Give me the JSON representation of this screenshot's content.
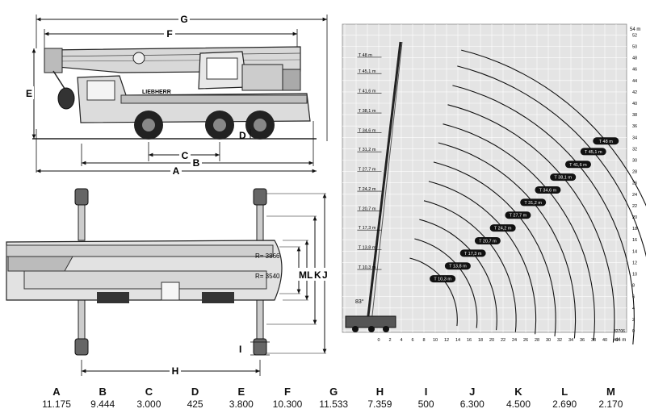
{
  "side_view": {
    "dim_labels": {
      "G": "G",
      "F": "F",
      "E": "E",
      "D": "D",
      "C": "C",
      "B": "B",
      "A": "A"
    },
    "brand_text": "LIEBHERR"
  },
  "top_view": {
    "dim_labels": {
      "H": "H",
      "I": "I",
      "M": "M",
      "L": "L",
      "K": "K",
      "J": "J"
    },
    "radius_1": "R= 3866",
    "radius_2": "R= 3540"
  },
  "load_chart": {
    "y_axis_unit": "54 m",
    "x_axis_unit": "44 m",
    "y_ticks": [
      "0",
      "2",
      "4",
      "6",
      "8",
      "10",
      "12",
      "14",
      "16",
      "18",
      "20",
      "22",
      "24",
      "26",
      "28",
      "30",
      "32",
      "34",
      "36",
      "38",
      "40",
      "42",
      "44",
      "46",
      "48",
      "50",
      "52"
    ],
    "x_ticks": [
      "0",
      "2",
      "4",
      "6",
      "8",
      "10",
      "12",
      "14",
      "16",
      "18",
      "20",
      "22",
      "24",
      "26",
      "28",
      "30",
      "32",
      "34",
      "36",
      "38",
      "40",
      "42"
    ],
    "boom_lengths": [
      "T 48 m",
      "T 45,1 m",
      "T 41,6 m",
      "T 38,1 m",
      "T 34,6 m",
      "T 31,2 m",
      "T 27,7 m",
      "T 24,2 m",
      "T 20,7 m",
      "T 17,3 m",
      "T 13,8 m",
      "T 10,3 m"
    ],
    "curve_labels": [
      "T 48 m",
      "T 45,1 m",
      "T 41,6 m",
      "T 38,1 m",
      "T 34,6 m",
      "T 31,2 m",
      "T 27,7 m",
      "T 24,2 m",
      "T 20,7 m",
      "T 17,3 m",
      "T 13,8 m",
      "T 10,3 m"
    ],
    "angle_label": "83°",
    "ref_code": "82706"
  },
  "dimensions": [
    {
      "letter": "A",
      "value": "11.175"
    },
    {
      "letter": "B",
      "value": "9.444"
    },
    {
      "letter": "C",
      "value": "3.000"
    },
    {
      "letter": "D",
      "value": "425"
    },
    {
      "letter": "E",
      "value": "3.800"
    },
    {
      "letter": "F",
      "value": "10.300"
    },
    {
      "letter": "G",
      "value": "11.533"
    },
    {
      "letter": "H",
      "value": "7.359"
    },
    {
      "letter": "I",
      "value": "500"
    },
    {
      "letter": "J",
      "value": "6.300"
    },
    {
      "letter": "K",
      "value": "4.500"
    },
    {
      "letter": "L",
      "value": "2.690"
    },
    {
      "letter": "M",
      "value": "2.170"
    }
  ]
}
